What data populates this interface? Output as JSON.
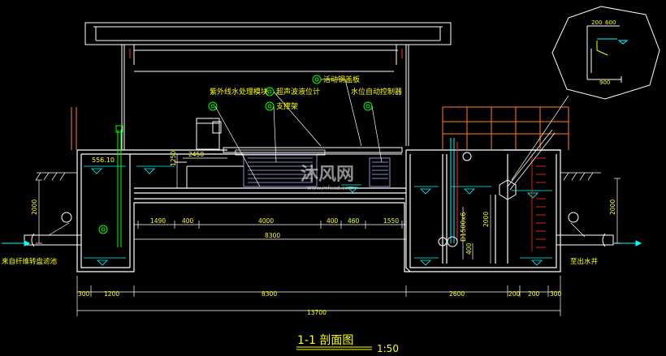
{
  "colors": {
    "background": "#000000",
    "structure": "#ffffff",
    "dimension": "#ffffff",
    "water": "#00ffff",
    "annotation": "#ffff00",
    "rail": "#ff7f27",
    "pipe_green": "#00ff00",
    "pipe_red": "#ff3030",
    "leader_cyan": "#00c8c8",
    "equipment": "#b4b4ff"
  },
  "labels": {
    "uv_module": "紫外线水处理模块",
    "ultrasonic_gauge": "超声波液位计",
    "stainless_cover": "活动钢盖板",
    "level_controller": "水位自动控制器",
    "support_frame": "支撑架",
    "inlet": "来自纤维转盘滤池",
    "outlet": "至出水井",
    "water_level": "556.10",
    "pipe": "D1500x6",
    "title": "1-1  剖面图",
    "scale": "1:50",
    "watermark": "沐风网",
    "watermark_url": "www.mfcad.com"
  },
  "dims": {
    "d2450": "2450",
    "d1250": "1250",
    "d2000_left": "2000",
    "d2000_mid": "2000",
    "d2000_right": "2000",
    "d1490": "1490",
    "d400a": "400",
    "d4000": "4000",
    "d400b": "400",
    "d460": "460",
    "d1550": "1550",
    "d8300_inner": "8300",
    "d400_vert": "400",
    "d300_left": "300",
    "d1200": "1200",
    "d8300_bottom": "8300",
    "d2600": "2600",
    "d200a": "200",
    "d200b": "200",
    "d300_right": "300",
    "d13700": "13700",
    "detail_200": "200",
    "detail_600": "600",
    "detail_900": "900"
  }
}
